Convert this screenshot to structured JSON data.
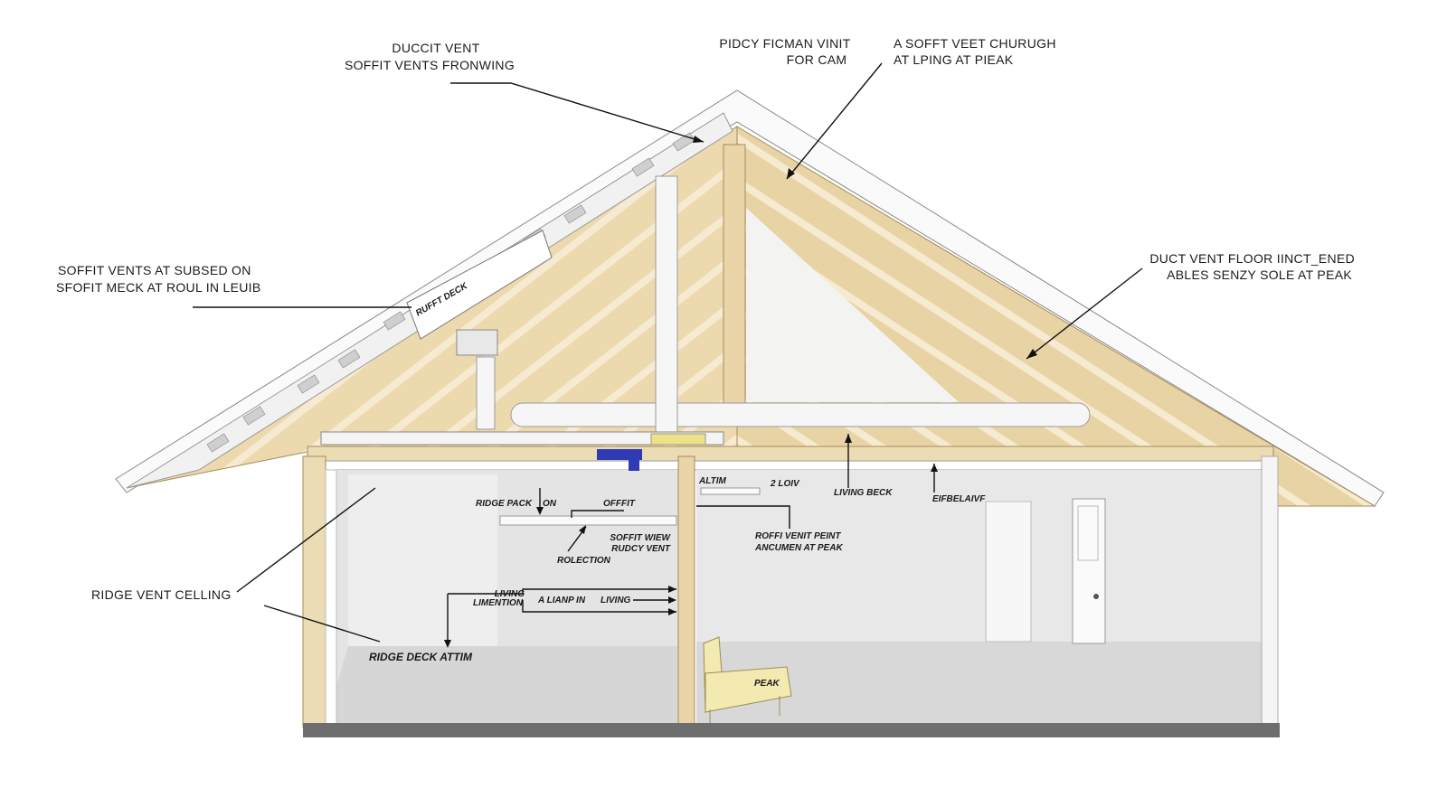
{
  "labels": {
    "top_left": [
      "DUCCIT VENT",
      "SOFFIT VENTS FRONWING"
    ],
    "top_center": [
      "PIDCY FICMAN VINIT",
      "FOR CAM"
    ],
    "top_right": [
      "A SOFFT VEET CHURUGH",
      "AT LPING AT PIEAK"
    ],
    "left_mid": [
      "SOFFIT VENTS AT SUBSED ON",
      "SFOFIT MECK AT ROUL IN LEUIB"
    ],
    "right_mid": [
      "DUCT VENT FLOOR IINCT_ENED",
      "ABLES SENZY SOLE AT PEAK"
    ],
    "roof_deck": "RUFFT DECK",
    "ridge_vent_ceiling": "RIDGE VENT CELLING",
    "ridge_deck_attim": "RIDGE DECK ATTIM",
    "ridge_pack": "RIDGE PACK",
    "on": "ON",
    "offfit": "OFFFIT",
    "soffit_wiew": [
      "SOFFIT WIEW",
      "RUDCY VENT"
    ],
    "rolection": "ROLECTION",
    "living_limention": [
      "LIVING",
      "LIMENTION"
    ],
    "a_lianp_in": "A LIANP IN",
    "living": "LIVING",
    "altim": "ALTIM",
    "two_loiv": "2 LOIV",
    "living_beck": "LIVING BECK",
    "eifbelaivf": "EIFBELAIVF",
    "roffi_venit": [
      "ROFFI VENIT PEINT",
      "ANCUMEN AT PEAK"
    ],
    "peak": "PEAK"
  },
  "colors": {
    "wood": "#e9d5a8",
    "wood_dark": "#c9b07a",
    "wall": "#e6e6e6",
    "floor": "#d4d4d4",
    "base": "#6e6e6e",
    "duct": "#f4f4f4",
    "accent_blue": "#2e3bb5",
    "chair": "#f2eab0"
  }
}
